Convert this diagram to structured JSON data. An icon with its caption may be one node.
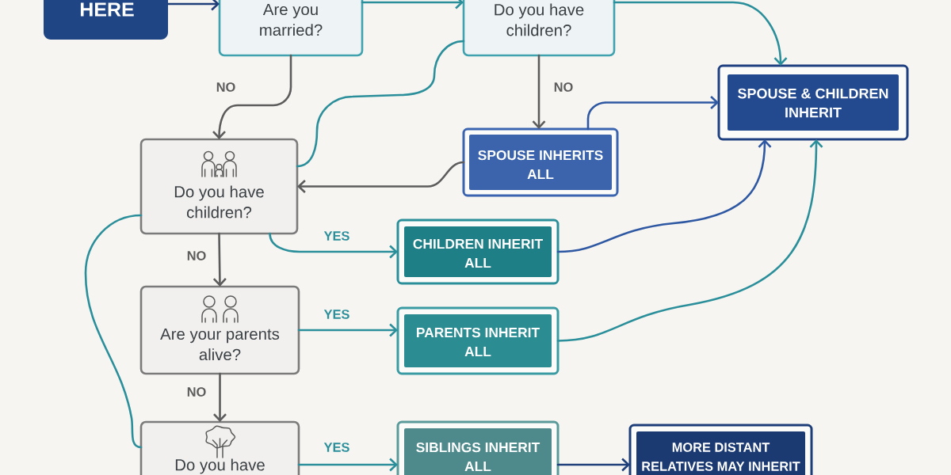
{
  "diagram": {
    "nodes": [
      {
        "text": [
          "HERE"
        ]
      },
      {
        "text": [
          "Are you married?"
        ]
      },
      {
        "text": [
          "Do you have children?"
        ]
      },
      {
        "text": [
          "SPOUSE & CHILDREN INHERIT"
        ]
      },
      {
        "text": [
          "Do you have children?"
        ]
      },
      {
        "text": [
          "SPOUSE INHERITS ALL"
        ]
      },
      {
        "text": [
          "CHILDREN INHERIT ALL"
        ]
      },
      {
        "text": [
          "Are your parents alive?"
        ]
      },
      {
        "text": [
          "PARENTS INHERIT ALL"
        ]
      },
      {
        "text": [
          "Do you have"
        ]
      },
      {
        "text": [
          "SIBLINGS INHERIT ALL"
        ]
      },
      {
        "text": [
          "MORE DISTANT RELATIVES MAY INHERIT"
        ]
      }
    ],
    "edges": [
      {
        "from": 0,
        "to": 1,
        "arrow": "to",
        "color": "#1f3f7a"
      },
      {
        "from": 1,
        "to": 2,
        "arrow": "to"
      },
      {
        "from": 2,
        "to": 3,
        "arrow": "to"
      },
      {
        "from": 1,
        "to": 4,
        "arrow": "to",
        "label": "NO",
        "color": "#5c5c5c"
      },
      {
        "from": 2,
        "to": 5,
        "arrow": "to",
        "label": "NO",
        "color": "#5c5c5c"
      },
      {
        "from": 5,
        "to": 3,
        "arrow": "to",
        "color": "#2f58a3"
      },
      {
        "from": 5,
        "to": 4,
        "arrow": "to",
        "color": "#5c5c5c"
      },
      {
        "from": 2,
        "to": 4,
        "arrow": "none"
      },
      {
        "from": 4,
        "to": 6,
        "arrow": "to",
        "label": "YES"
      },
      {
        "from": 4,
        "to": 7,
        "arrow": "to",
        "label": "NO",
        "color": "#5c5c5c"
      },
      {
        "from": 6,
        "to": 3,
        "arrow": "to",
        "color": "#2f58a3"
      },
      {
        "from": 7,
        "to": 8,
        "arrow": "to",
        "label": "YES"
      },
      {
        "from": 8,
        "to": 3,
        "arrow": "to"
      },
      {
        "from": 7,
        "to": 9,
        "arrow": "to",
        "label": "NO",
        "color": "#5c5c5c"
      },
      {
        "from": 4,
        "to": 9,
        "arrow": "none"
      },
      {
        "from": 9,
        "to": 10,
        "arrow": "to",
        "label": "YES"
      },
      {
        "from": 10,
        "to": 11,
        "arrow": "to",
        "color": "#1f3f7a"
      }
    ]
  }
}
